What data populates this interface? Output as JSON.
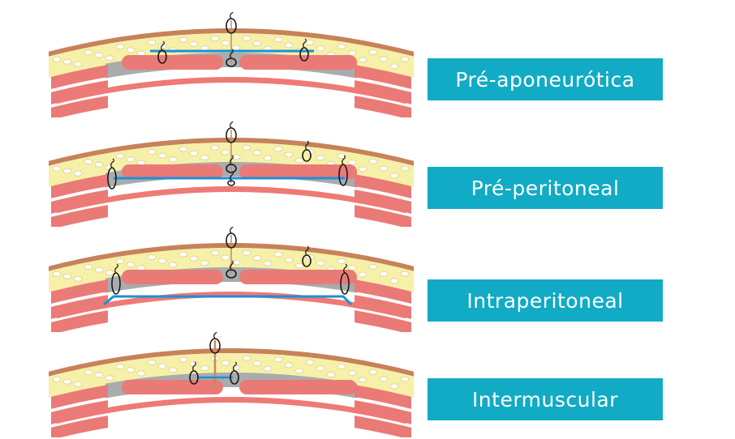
{
  "colors": {
    "label_bg": "#11abc5",
    "label_text": "#ffffff",
    "skin": "#c7825a",
    "fat": "#f6f0a8",
    "fat_lobule": "#ffffff",
    "muscle": "#ea7a76",
    "muscle_detail": "#c9504e",
    "fascia": "#a9abad",
    "peritoneum": "#ee7a76",
    "mesh": "#1f8fd6",
    "suture": "#1a1a1a",
    "suture_thread": "#c88a5a"
  },
  "panels": [
    {
      "id": "pre-aponeurotica",
      "label": "Pré-aponeurótica",
      "mesh_position": "above-fascia"
    },
    {
      "id": "pre-peritoneal",
      "label": "Pré-peritoneal",
      "mesh_position": "below-muscle"
    },
    {
      "id": "intraperitoneal",
      "label": "Intraperitoneal",
      "mesh_position": "below-peritoneum"
    },
    {
      "id": "intermuscular",
      "label": "Intermuscular",
      "mesh_position": "between-muscles"
    }
  ]
}
